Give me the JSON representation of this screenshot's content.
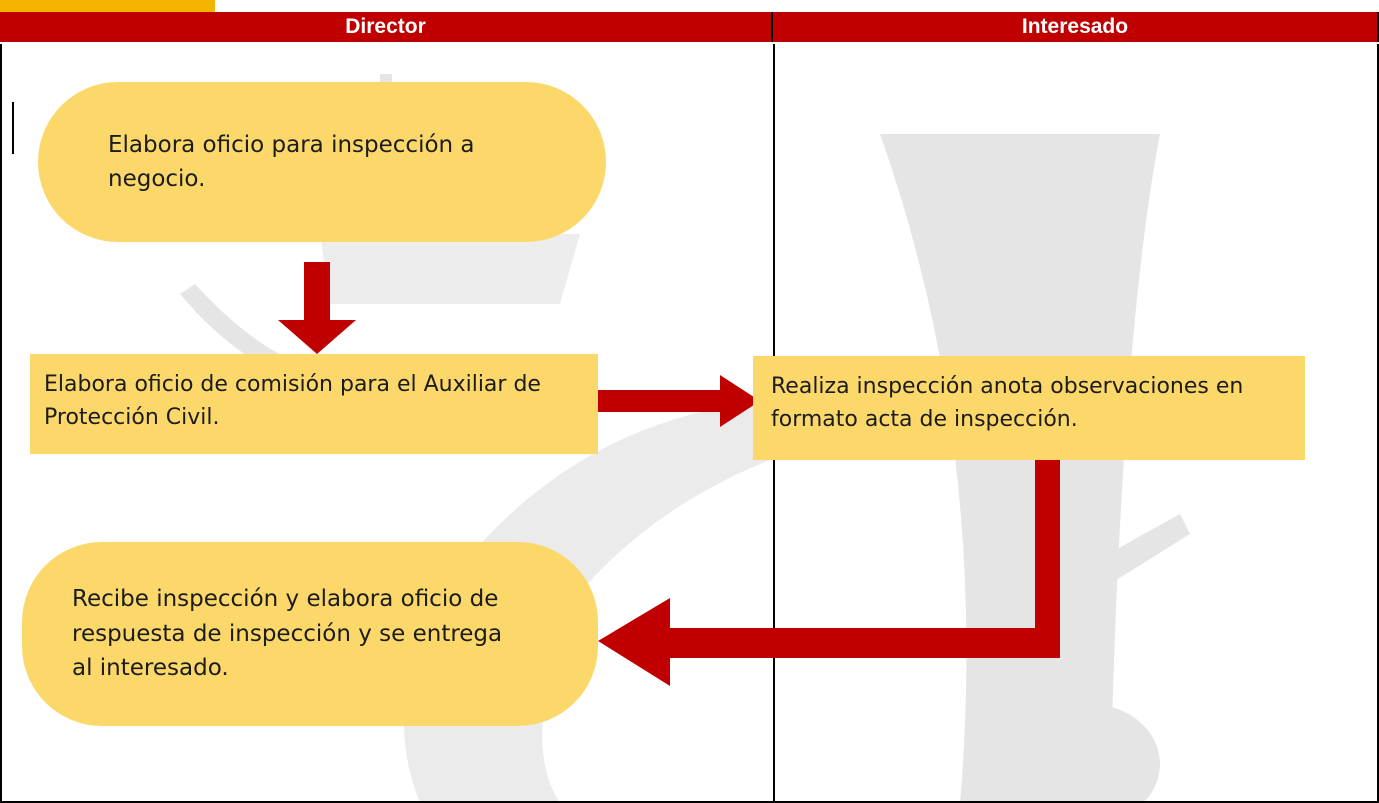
{
  "lanes": [
    {
      "label": "Director"
    },
    {
      "label": "Interesado"
    }
  ],
  "steps": [
    {
      "text": "Elabora oficio para inspección a negocio."
    },
    {
      "text": "Elabora oficio de comisión para el Auxiliar de Protección Civil."
    },
    {
      "text": "Realiza inspección anota observaciones en formato acta de inspección."
    },
    {
      "text": "Recibe inspección y elabora oficio de respuesta de inspección y se entrega al interesado."
    }
  ],
  "colors": {
    "header": "#c00000",
    "shape_fill": "#fcd86a",
    "arrow": "#c00000",
    "watermark": "#d4d4d4"
  }
}
